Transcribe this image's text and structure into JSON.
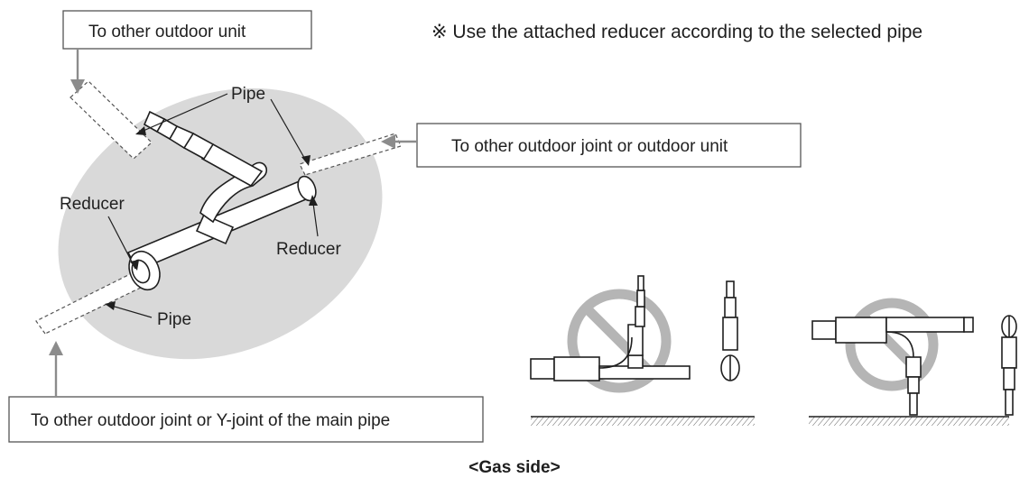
{
  "note": "※ Use the attached reducer according to the selected pipe",
  "callouts": {
    "top_left": "To other outdoor unit",
    "right": "To other outdoor joint or outdoor unit",
    "bottom": "To other outdoor joint or Y-joint of the main pipe"
  },
  "labels": {
    "pipe_top": "Pipe",
    "pipe_bottom": "Pipe",
    "reducer_left": "Reducer",
    "reducer_right": "Reducer"
  },
  "caption": "<Gas side>",
  "colors": {
    "ellipse": "#d9d9d9",
    "prohibit": "#b5b5b5",
    "arrow": "#8c8c8c",
    "line": "#1f1f1f"
  }
}
